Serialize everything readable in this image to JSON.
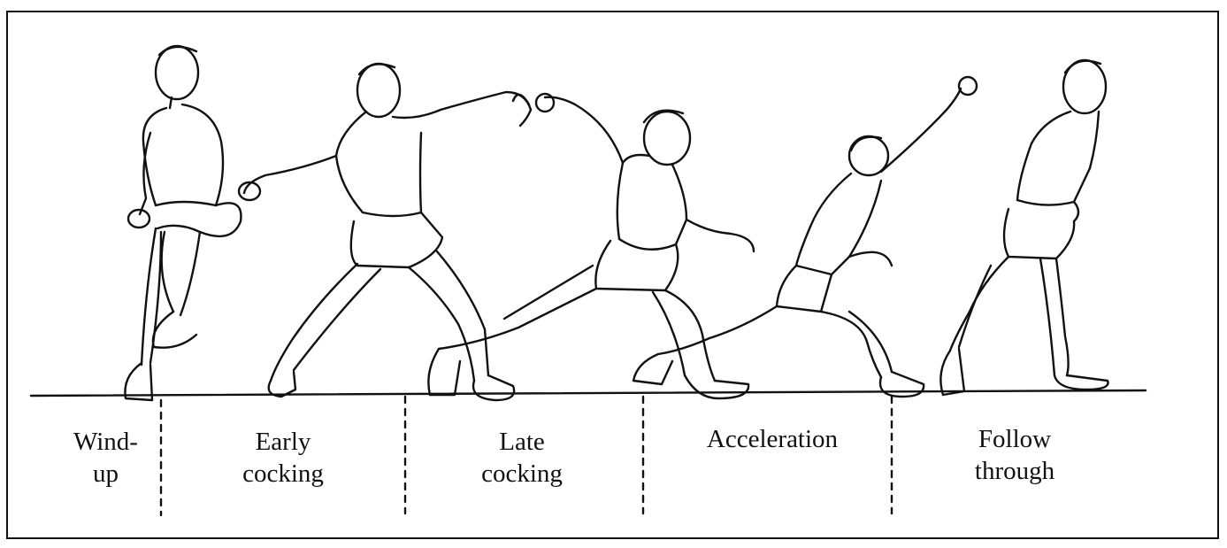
{
  "figure": {
    "phases": [
      {
        "id": "wind-up",
        "label": "Wind-\nup"
      },
      {
        "id": "early-cocking",
        "label": "Early\ncocking"
      },
      {
        "id": "late-cocking",
        "label": "Late\ncocking"
      },
      {
        "id": "acceleration",
        "label": "Acceleration"
      },
      {
        "id": "follow-through",
        "label": "Follow\nthrough"
      }
    ],
    "colors": {
      "ink": "#111111",
      "background": "#ffffff"
    }
  }
}
